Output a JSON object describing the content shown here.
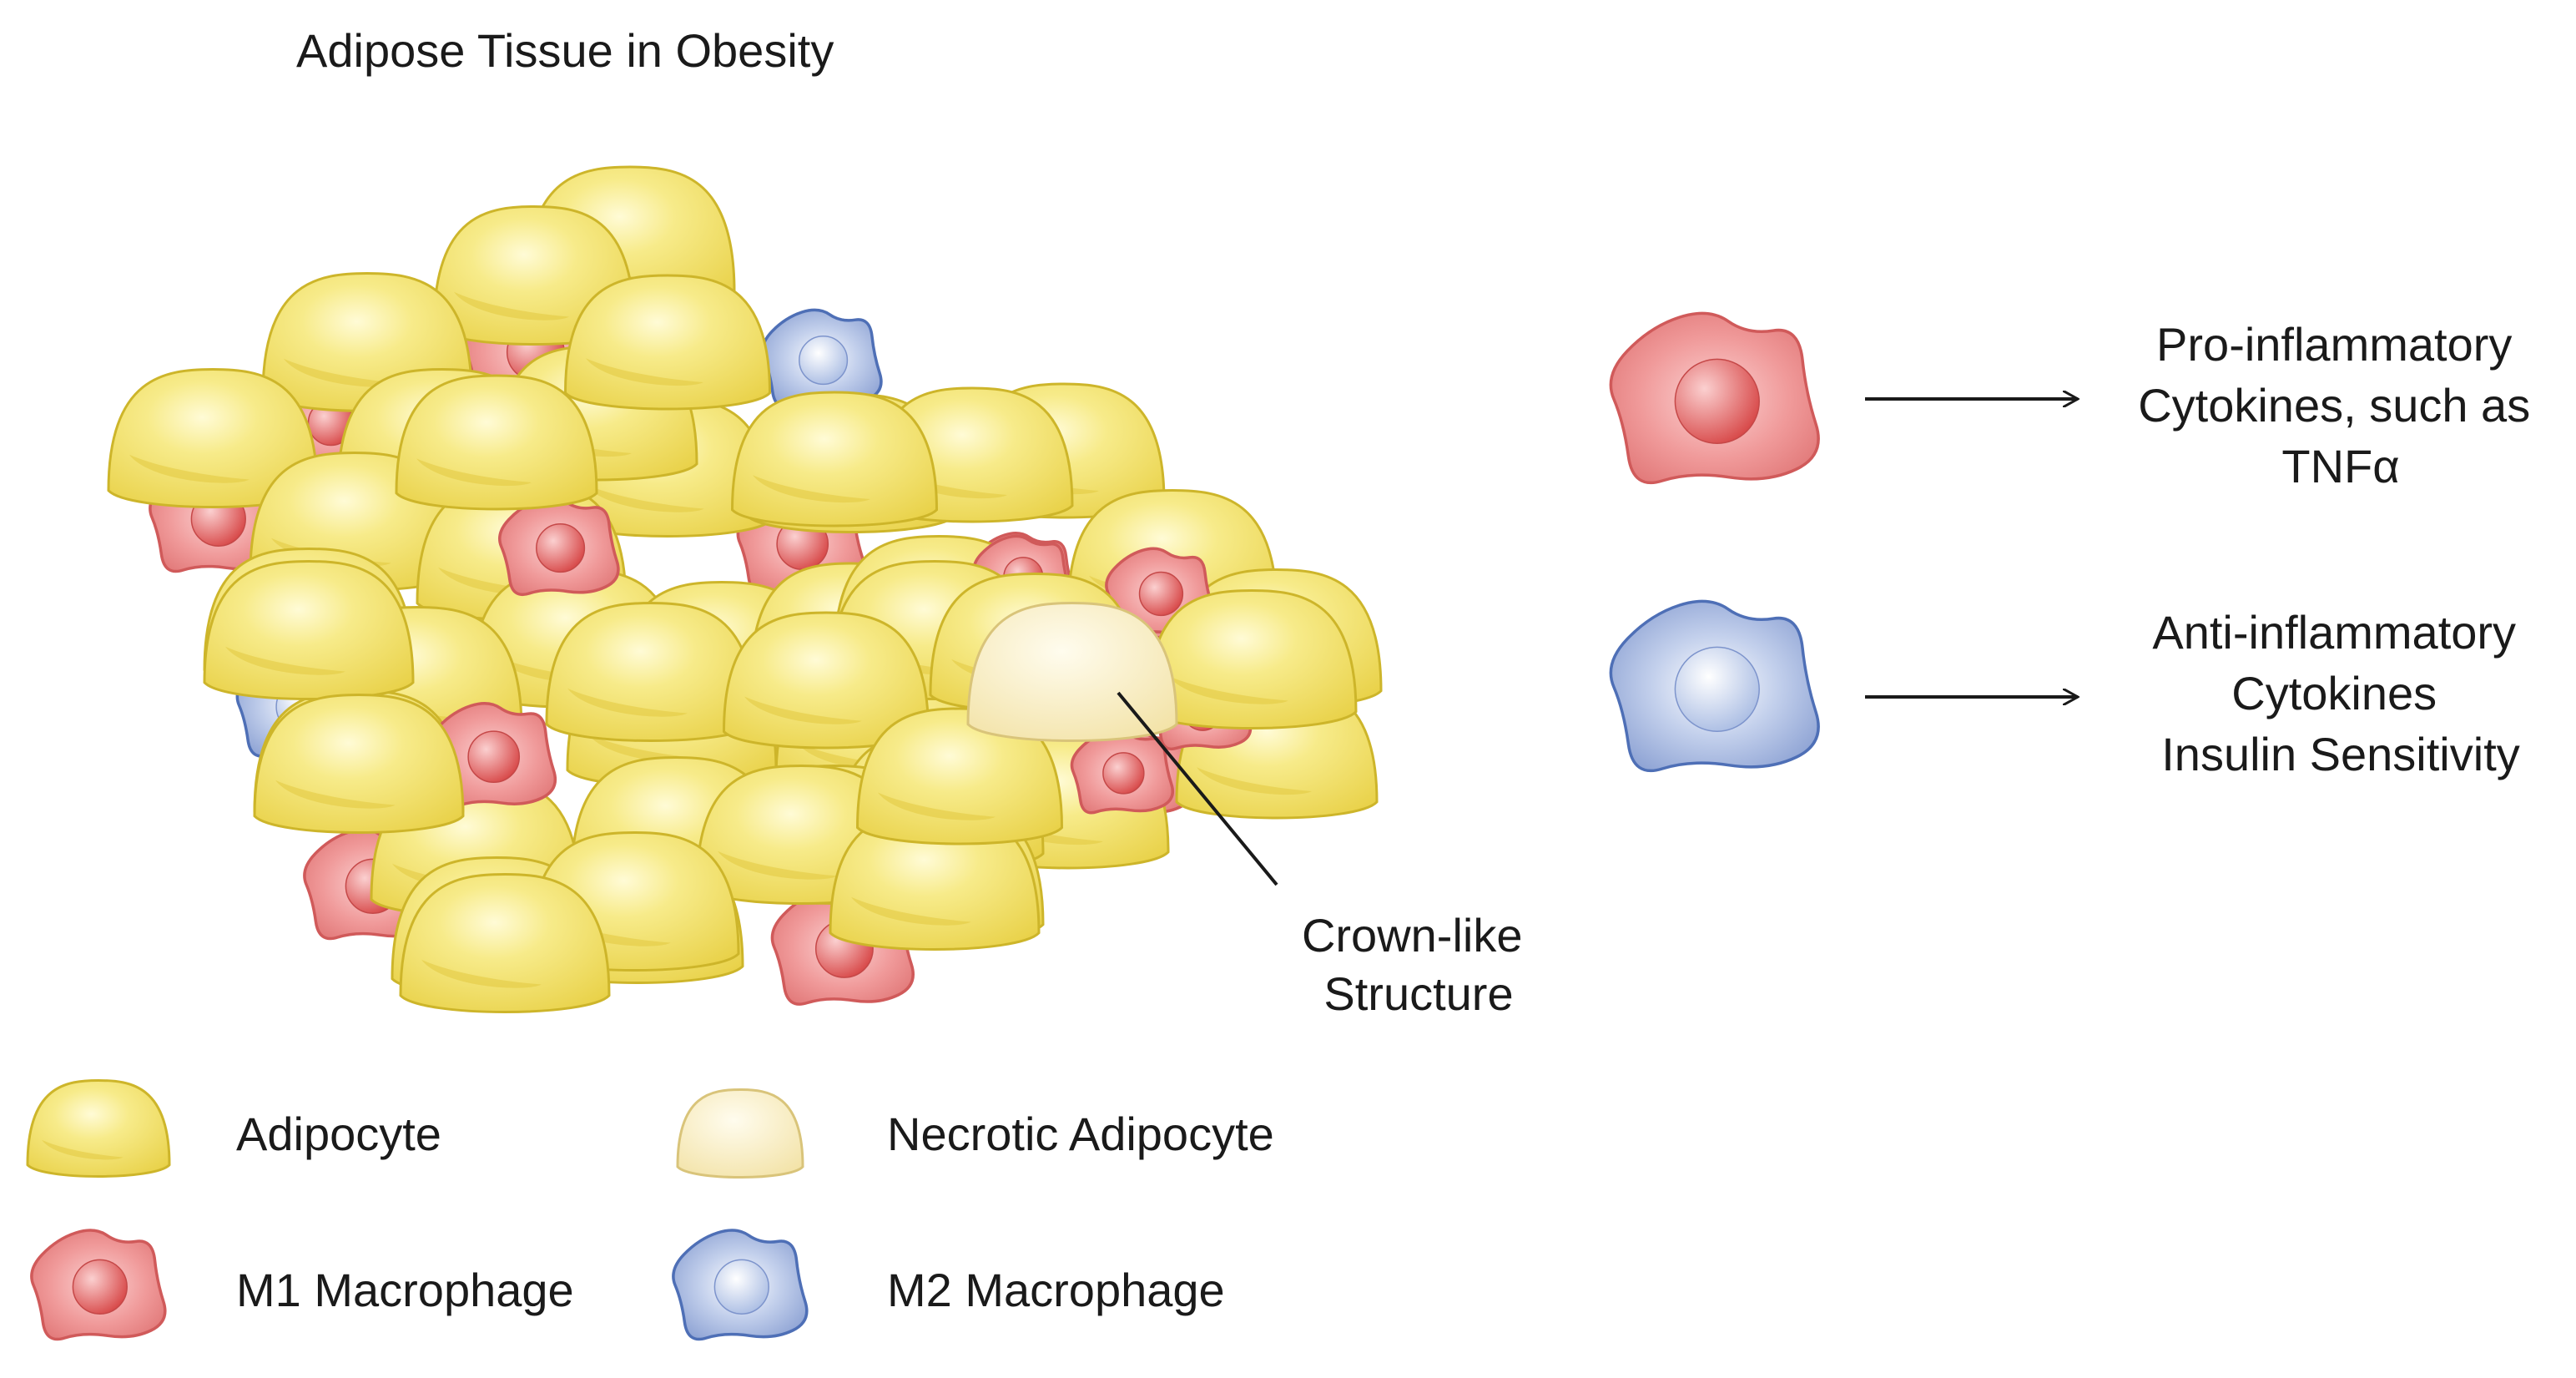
{
  "title": "Adipose Tissue in Obesity",
  "crown_label": [
    "Crown-like",
    "Structure"
  ],
  "outcomes": {
    "m1": [
      "Pro-inflammatory",
      "Cytokines, such as",
      "TNFα"
    ],
    "m2": [
      "Anti-inflammatory",
      "Cytokines",
      "Insulin Sensitivity"
    ]
  },
  "legend": {
    "adipocyte": "Adipocyte",
    "necrotic": "Necrotic Adipocyte",
    "m1": "M1 Macrophage",
    "m2": "M2 Macrophage"
  },
  "colors": {
    "adipocyte": "#f2e06a",
    "necrotic": "#f8eec2",
    "m1": "#e88a8a",
    "m2": "#9fb3dc"
  }
}
